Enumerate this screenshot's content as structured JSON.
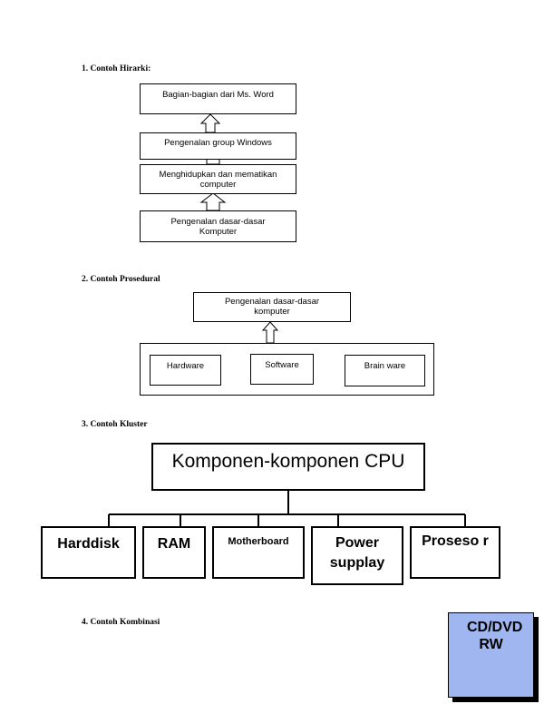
{
  "sections": {
    "hierarchy": {
      "heading": "1.   Contoh Hirarki:",
      "boxes": [
        "Bagian-bagian dari Ms. Word",
        "Pengenalan group Windows",
        "Menghidupkan dan mematikan computer",
        "Pengenalan dasar-dasar Komputer"
      ]
    },
    "procedural": {
      "heading": "2.   Contoh Prosedural",
      "top_box": "Pengenalan dasar-dasar komputer",
      "steps": [
        "Hardware",
        "Software",
        "Brain ware"
      ]
    },
    "cluster": {
      "heading": "3.   Contoh Kluster",
      "root": "Komponen-komponen CPU",
      "children": [
        "Harddisk",
        "RAM",
        "Motherboard",
        "Power supplay",
        "Proseso r"
      ]
    },
    "combination": {
      "heading": "4.   Contoh Kombinasi",
      "box": "CD/DVD RW"
    }
  },
  "colors": {
    "line": "#000000",
    "highlight_box": "#9fb6f0"
  }
}
